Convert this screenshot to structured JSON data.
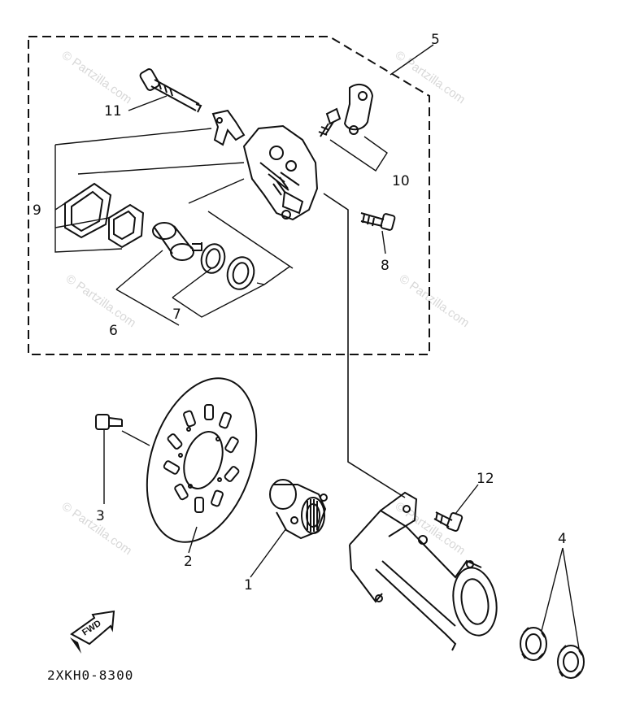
{
  "diagram": {
    "callouts": {
      "c1": "1",
      "c2": "2",
      "c3": "3",
      "c4": "4",
      "c5": "5",
      "c6": "6",
      "c7": "7",
      "c8": "8",
      "c9": "9",
      "c10": "10",
      "c11": "11",
      "c12": "12"
    },
    "watermark": "© Partzilla.com",
    "fwd_label": "FWD",
    "diagram_code": "2XKH0-8300"
  }
}
